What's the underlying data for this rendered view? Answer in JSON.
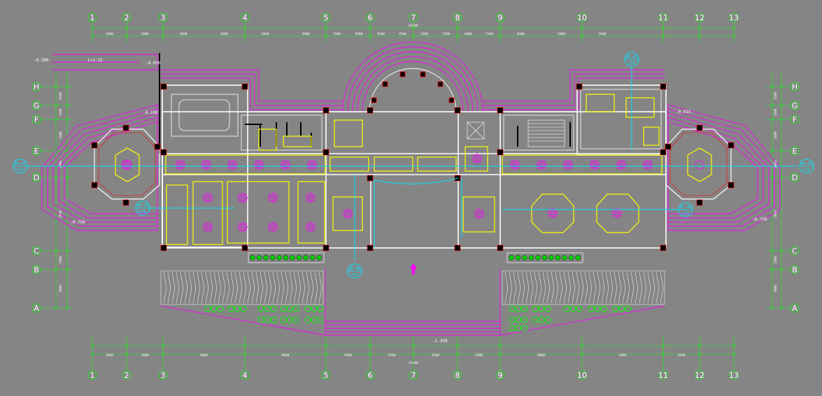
{
  "axes": {
    "columns": [
      "1",
      "2",
      "3",
      "4",
      "5",
      "6",
      "7",
      "8",
      "9",
      "10",
      "11",
      "12",
      "13"
    ],
    "rows": [
      "H",
      "G",
      "F",
      "E",
      "D",
      "C",
      "B",
      "A"
    ]
  },
  "dims": {
    "top": [
      "2600",
      "2600",
      "4500",
      "4500",
      "2600",
      "2600",
      "1500",
      "4500",
      "4500",
      "4500",
      "1200",
      "1200",
      "2600",
      "7200",
      "4500",
      "2600",
      "2600"
    ],
    "top_total": "63100",
    "bottom": [
      "2600",
      "2600",
      "9000",
      "9000",
      "4500",
      "4500",
      "4500",
      "4500",
      "9000",
      "2600",
      "2600"
    ],
    "bottom_total": "63100",
    "left": [
      "1500",
      "1500",
      "2400",
      "2800",
      "2800",
      "7200",
      "2800",
      "4500"
    ],
    "right": [
      "1500",
      "1500",
      "2400",
      "2800",
      "2800",
      "7200",
      "2800",
      "4500"
    ]
  },
  "levels": {
    "l_left_top": "-0.300",
    "l_ramp": "i=1:12",
    "l_a": "-0.050",
    "l_b": "-0.150",
    "l_c": "-0.015",
    "l_left": "-0.750",
    "l_right": "-0.750",
    "l_bottom": "-1.350"
  },
  "sections": {
    "s1": {
      "top": "DE-01",
      "bottom": "126"
    },
    "s2": {
      "top": "DE-02",
      "bottom": "126"
    },
    "s3": {
      "top": "DE-03",
      "bottom": "126"
    },
    "s4": {
      "top": "DE-04",
      "bottom": "126"
    },
    "s5": {
      "top": "DE-05",
      "bottom": "126"
    },
    "s6": {
      "top": "DE-06",
      "bottom": "126"
    }
  },
  "colors": {
    "background": "#858585",
    "grid": "#00ff00",
    "wall_outline": "#ff00ff",
    "ceiling": "#ffff00",
    "section": "#00e5ff",
    "structure": "#ffffff",
    "column": "#000000",
    "accent": "#ff0000"
  }
}
